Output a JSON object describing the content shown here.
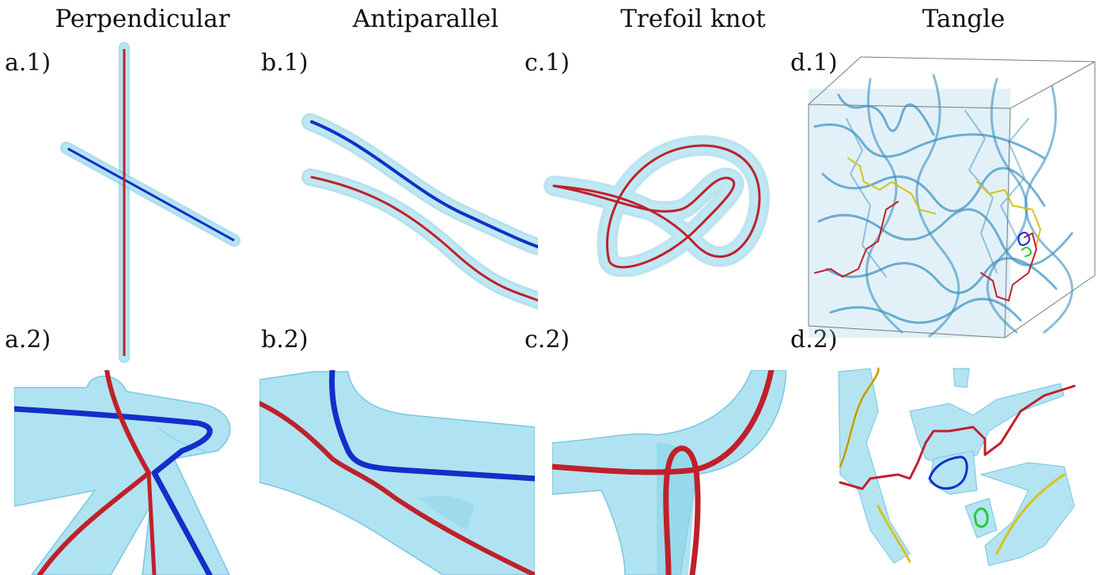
{
  "columns": [
    {
      "title": "Perpendicular",
      "top_label": "a.1)",
      "bottom_label": "a.2)"
    },
    {
      "title": "Antiparallel",
      "top_label": "b.1)",
      "bottom_label": "b.2)"
    },
    {
      "title": "Trefoil knot",
      "top_label": "c.1)",
      "bottom_label": "c.2)"
    },
    {
      "title": "Tangle",
      "top_label": "d.1)",
      "bottom_label": "d.2)"
    }
  ],
  "colors": {
    "tube": "#9fdcef",
    "tube_edge": "#6cc1de",
    "red_line": "#c0202a",
    "blue_line": "#1030c8",
    "green_line": "#22cc33",
    "yellow_line": "#d8c21a",
    "tangle_blue": "#3a8fc0"
  }
}
